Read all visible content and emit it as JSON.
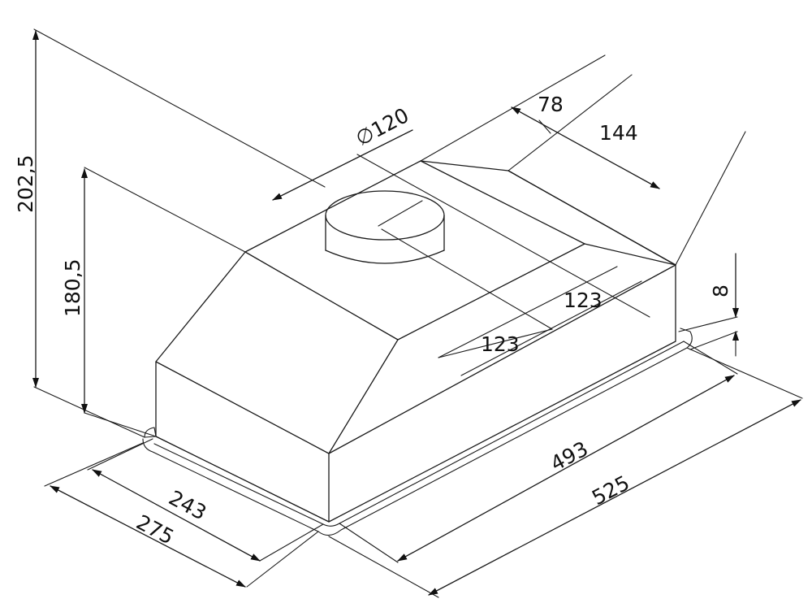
{
  "dimensions": {
    "overall_height": "202,5",
    "body_height": "180,5",
    "outlet_diameter": "∅120",
    "outlet_offset_depth": "78",
    "outlet_offset_width": "144",
    "offset_1": "123",
    "offset_2": "123",
    "flange_thickness": "8",
    "inner_width": "493",
    "outer_width": "525",
    "inner_depth": "243",
    "outer_depth": "275"
  },
  "colors": {
    "line": "#1a1a1a",
    "background": "#ffffff"
  }
}
